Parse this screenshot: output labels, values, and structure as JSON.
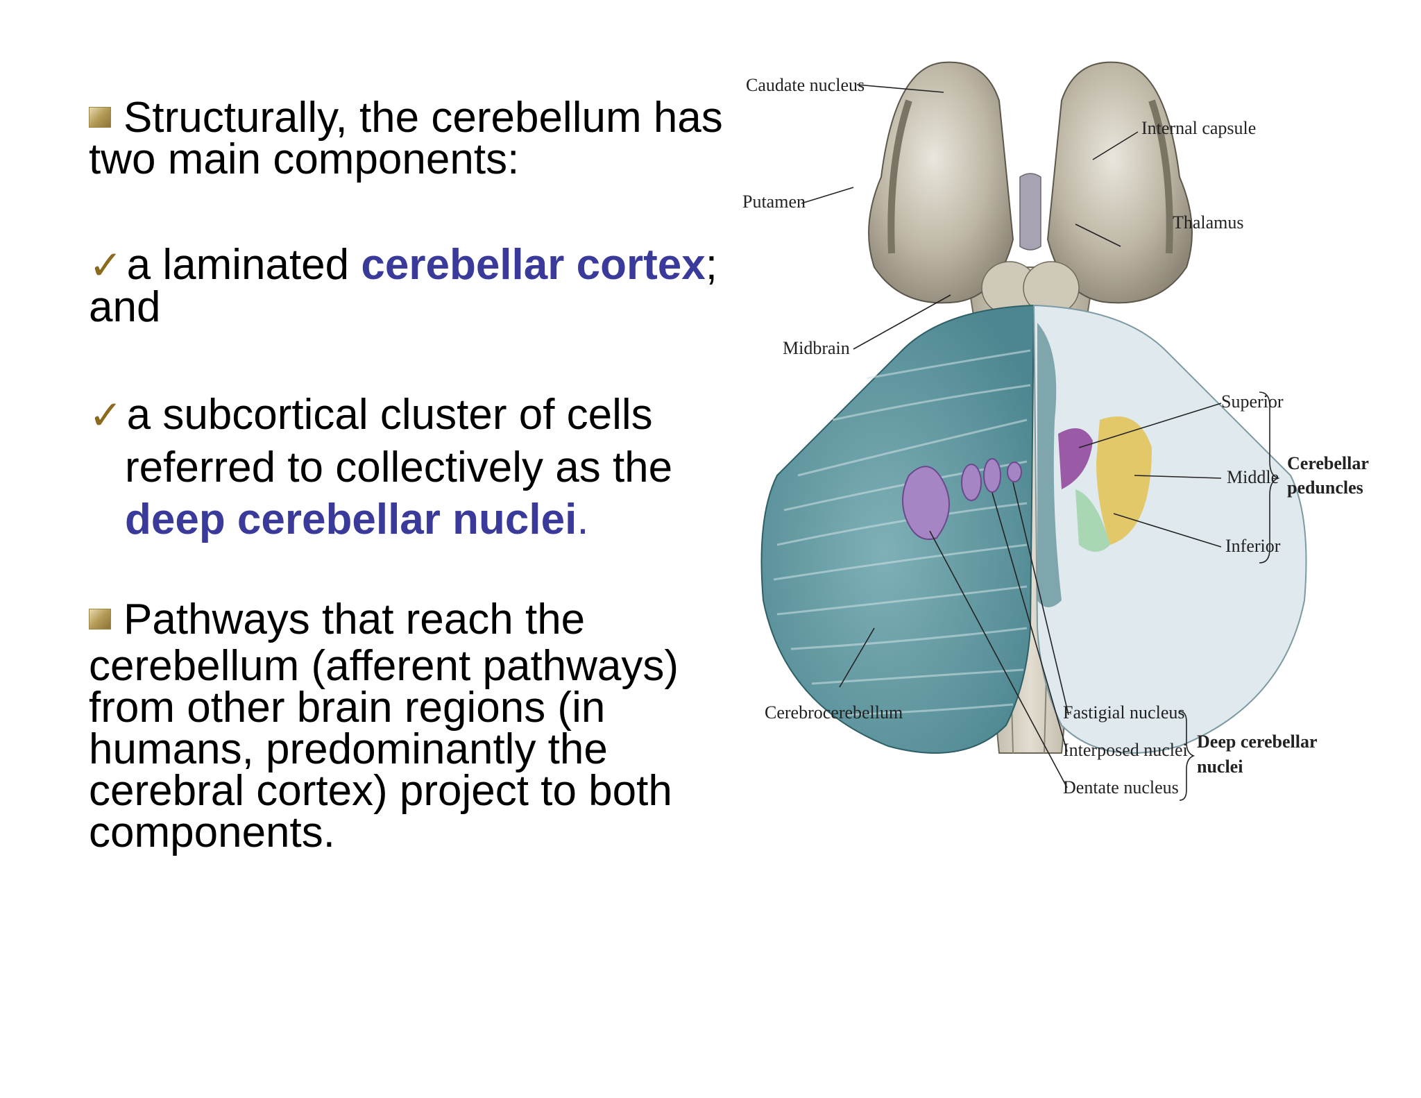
{
  "slide": {
    "bullet1": {
      "text": "Structurally, the cerebellum has two main components:"
    },
    "item1": {
      "prefix": "a laminated ",
      "highlight": "cerebellar cortex",
      "suffix": "; and"
    },
    "item2": {
      "line1": "a subcortical cluster of cells",
      "line2": "referred to collectively as the",
      "highlight": "deep cerebellar nuclei",
      "suffix": "."
    },
    "bullet2": {
      "line1": "Pathways that reach the",
      "rest": "cerebellum (afferent pathways) from other brain regions (in humans, predominantly the cerebral cortex) project to both components."
    },
    "check_glyph": "✓"
  },
  "figure": {
    "labels": {
      "caudate": "Caudate nucleus",
      "internal_capsule": "Internal capsule",
      "putamen": "Putamen",
      "thalamus": "Thalamus",
      "midbrain": "Midbrain",
      "superior": "Superior",
      "middle": "Middle",
      "inferior": "Inferior",
      "cerebellar_peduncles_1": "Cerebellar",
      "cerebellar_peduncles_2": "peduncles",
      "cerebrocerebellum": "Cerebrocerebellum",
      "fastigial": "Fastigial nucleus",
      "interposed": "Interposed nuclei",
      "dentate": "Dentate nucleus",
      "deep_nuclei_1": "Deep cerebellar",
      "deep_nuclei_2": "nuclei"
    },
    "colors": {
      "cortex_teal": "#5f9aa3",
      "white_matter": "#dfe9ee",
      "brainstem_gray": "#b9b3a4",
      "superior_purple": "#9b5aa6",
      "middle_yellow": "#e3c86a",
      "inferior_green": "#a9d7b3",
      "nuclei_lilac": "#a685c5",
      "highlight_blue": "#3a3a9a"
    }
  }
}
